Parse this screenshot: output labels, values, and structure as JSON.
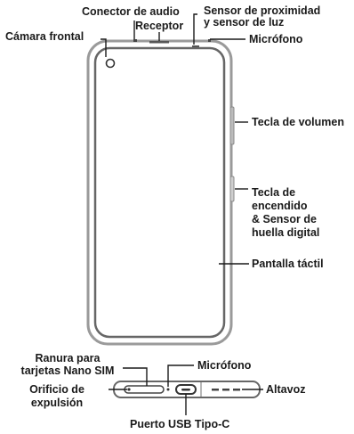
{
  "labels": {
    "audio_jack": "Conector de audio",
    "front_camera": "Cámara frontal",
    "receiver": "Receptor",
    "proximity_sensor": "Sensor de proximidad\ny sensor de luz",
    "microphone_top": "Micrófono",
    "volume_key": "Tecla de volumen",
    "power_key": "Tecla de\nencendido\n& Sensor de\nhuella digital",
    "touch_screen": "Pantalla táctil",
    "sim_slot": "Ranura para\ntarjetas Nano SIM",
    "microphone_bottom": "Micrófono",
    "eject_hole": "Orificio de\nexpulsión",
    "speaker": "Altavoz",
    "usb_port": "Puerto USB Tipo-C"
  },
  "colors": {
    "phone_frame": "#8f8f8f",
    "screen_border": "#5a5a5a",
    "leader_line": "#1a1a1a"
  }
}
